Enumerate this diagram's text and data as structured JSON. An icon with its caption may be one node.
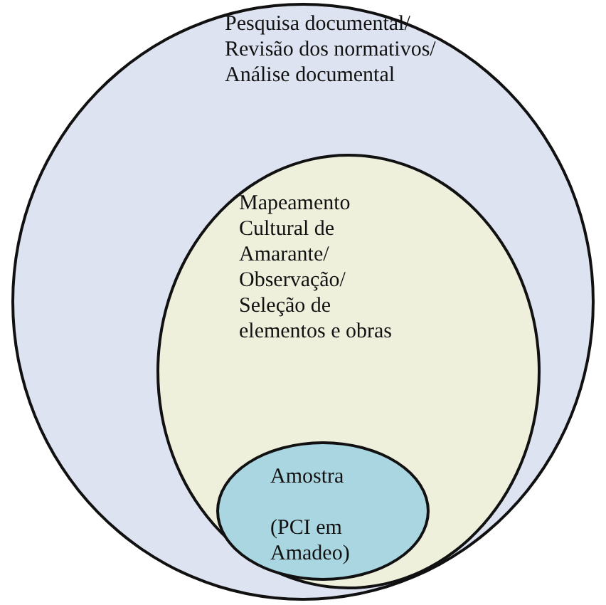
{
  "diagram": {
    "nodes": [
      {
        "text": [
          "Pesquisa documental/ Revisão dos normativos/ Análise documental"
        ]
      },
      {
        "text": [
          "Mapeamento Cultural de Amarante/ Observação/ Seleção de elementos e obras"
        ],
        "in": 0
      },
      {
        "text": [
          "Amostra",
          "(PCI em Amadeo)"
        ],
        "in": 1
      }
    ],
    "edges": []
  }
}
